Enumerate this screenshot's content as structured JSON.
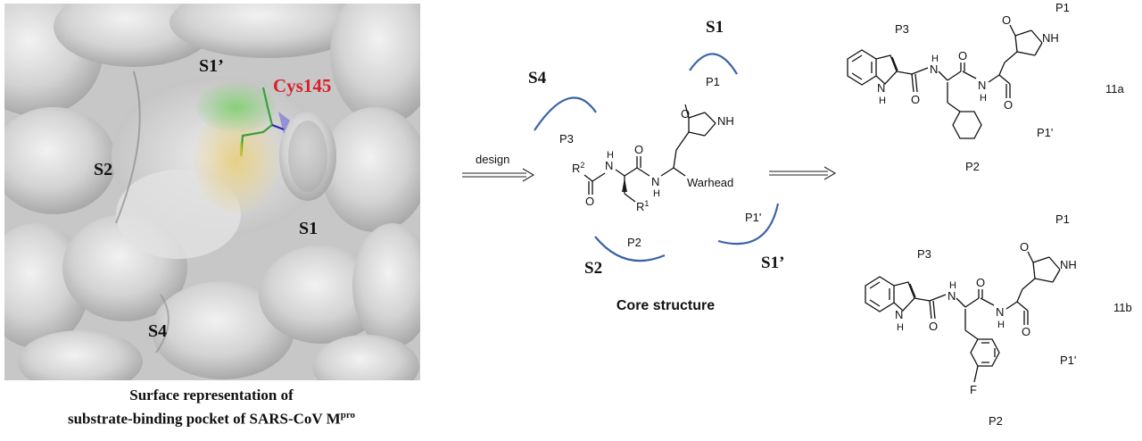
{
  "surface_panel": {
    "labels": {
      "s1_prime": "S1’",
      "cys": "Cys145",
      "s2": "S2",
      "s1": "S1",
      "s4": "S4"
    },
    "caption_line1": "Surface representation of",
    "caption_line2_prefix": "substrate-binding pocket of SARS-CoV M",
    "caption_line2_sup": "pro",
    "colors": {
      "cys_label": "#d8202a",
      "surface": "#c9c9c9"
    }
  },
  "design_arrow_label": "design",
  "core_structure": {
    "caption": "Core structure",
    "pocket_labels": {
      "s1": "S1",
      "s4": "S4",
      "s2": "S2",
      "s1_prime": "S1’"
    },
    "site_labels": {
      "p1": "P1",
      "p3": "P3",
      "p2": "P2",
      "p1_prime": "P1'"
    },
    "atoms": {
      "r2": "R",
      "r2_sup": "2",
      "r1": "R",
      "r1_sup": "1",
      "nh": "N",
      "h": "H",
      "o": "O",
      "warhead": "Warhead",
      "lactam_nh": "NH"
    },
    "arc_color": "#3a63a6"
  },
  "compound_11a": {
    "id": "11a",
    "site_labels": {
      "p1": "P1",
      "p3": "P3",
      "p2": "P2",
      "p1_prime": "P1'"
    },
    "atoms": {
      "n": "N",
      "h": "H",
      "o": "O",
      "nh": "NH"
    }
  },
  "compound_11b": {
    "id": "11b",
    "site_labels": {
      "p1": "P1",
      "p3": "P3",
      "p2": "P2",
      "p1_prime": "P1'"
    },
    "atoms": {
      "n": "N",
      "h": "H",
      "o": "O",
      "nh": "NH",
      "f": "F"
    }
  }
}
